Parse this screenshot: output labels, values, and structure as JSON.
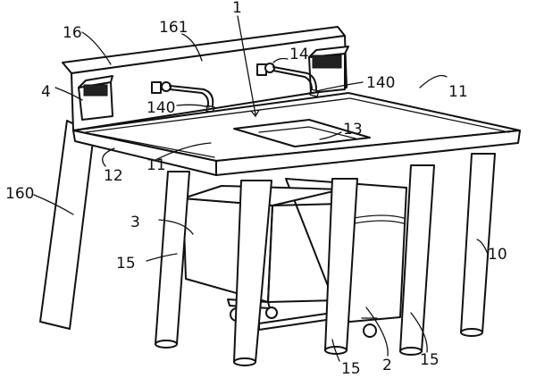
{
  "labels": {
    "l1": "1",
    "l16": "16",
    "l161": "161",
    "l14": "14",
    "l4": "4",
    "l140a": "140",
    "l140b": "140",
    "l13": "13",
    "l11a": "11",
    "l11b": "11",
    "l12": "12",
    "l160": "160",
    "l3": "3",
    "l15a": "15",
    "l10": "10",
    "l15b": "15",
    "l15c": "15",
    "l2": "2"
  },
  "colors": {
    "line": "#111111",
    "background": "#ffffff"
  },
  "patterns": {
    "basket": "cross-hatch-mesh"
  }
}
